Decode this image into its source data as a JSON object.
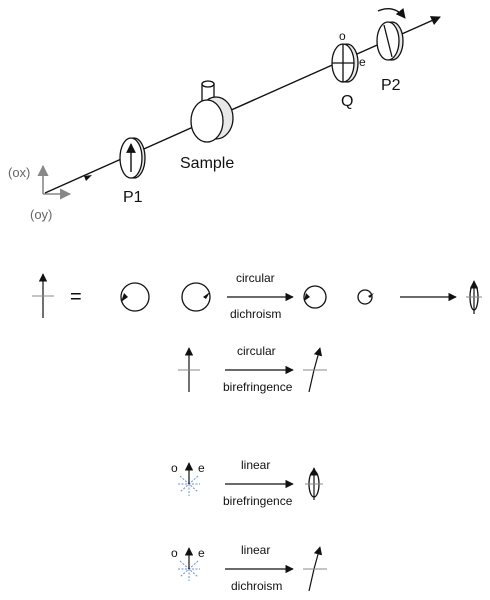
{
  "setup": {
    "axis_x_label": "(ox)",
    "axis_y_label": "(oy)",
    "polarizer1_label": "P1",
    "sample_label": "Sample",
    "waveplate_label": "Q",
    "waveplate_o_label": "o",
    "waveplate_e_label": "e",
    "polarizer2_label": "P2"
  },
  "rows": {
    "circular_dichroism": {
      "equals": "=",
      "top": "circular",
      "bottom": "dichroism"
    },
    "circular_birefringence": {
      "top": "circular",
      "bottom": "birefringence"
    },
    "linear_birefringence": {
      "o": "o",
      "e": "e",
      "top": "linear",
      "bottom": "birefringence"
    },
    "linear_dichroism": {
      "o": "o",
      "e": "e",
      "top": "linear",
      "bottom": "dichroism"
    }
  }
}
